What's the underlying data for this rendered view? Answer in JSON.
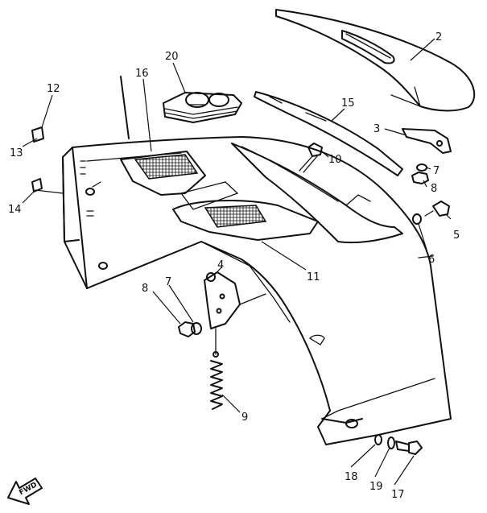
{
  "callouts": [
    {
      "id": "c2",
      "text": "2"
    },
    {
      "id": "c20",
      "text": "20"
    },
    {
      "id": "c16",
      "text": "16"
    },
    {
      "id": "c12",
      "text": "12"
    },
    {
      "id": "c15",
      "text": "15"
    },
    {
      "id": "c3",
      "text": "3"
    },
    {
      "id": "c7a",
      "text": "7"
    },
    {
      "id": "c8a",
      "text": "8"
    },
    {
      "id": "c10",
      "text": "10"
    },
    {
      "id": "c13",
      "text": "13"
    },
    {
      "id": "c14",
      "text": "14"
    },
    {
      "id": "c5",
      "text": "5"
    },
    {
      "id": "c6",
      "text": "6"
    },
    {
      "id": "c11",
      "text": "11"
    },
    {
      "id": "c4",
      "text": "4"
    },
    {
      "id": "c8b",
      "text": "8"
    },
    {
      "id": "c7b",
      "text": "7"
    },
    {
      "id": "c9",
      "text": "9"
    },
    {
      "id": "c18",
      "text": "18"
    },
    {
      "id": "c19",
      "text": "19"
    },
    {
      "id": "c17",
      "text": "17"
    }
  ],
  "fwd_label": "FWD"
}
